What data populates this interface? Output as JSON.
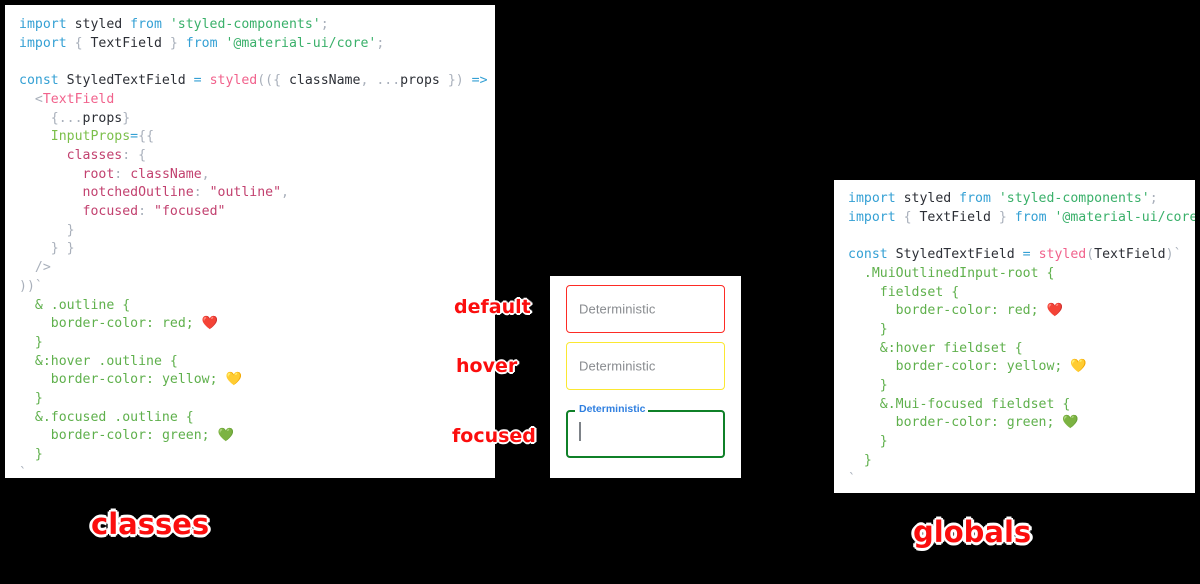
{
  "panels": {
    "left": {
      "caption": "classes",
      "code_lines": [
        [
          {
            "t": "import ",
            "c": "kw"
          },
          {
            "t": "styled",
            "c": "plain"
          },
          {
            "t": " from ",
            "c": "kw"
          },
          {
            "t": "'styled-components'",
            "c": "str"
          },
          {
            "t": ";",
            "c": "punct"
          }
        ],
        [
          {
            "t": "import ",
            "c": "kw"
          },
          {
            "t": "{",
            "c": "punct"
          },
          {
            "t": " TextField ",
            "c": "plain"
          },
          {
            "t": "}",
            "c": "punct"
          },
          {
            "t": " from ",
            "c": "kw"
          },
          {
            "t": "'@material-ui/core'",
            "c": "str"
          },
          {
            "t": ";",
            "c": "punct"
          }
        ],
        [],
        [
          {
            "t": "const ",
            "c": "kw"
          },
          {
            "t": "StyledTextField",
            "c": "plain"
          },
          {
            "t": " = ",
            "c": "op"
          },
          {
            "t": "styled",
            "c": "fn"
          },
          {
            "t": "((",
            "c": "punct"
          },
          {
            "t": "{ ",
            "c": "punct"
          },
          {
            "t": "className",
            "c": "plain"
          },
          {
            "t": ", ",
            "c": "punct"
          },
          {
            "t": "...",
            "c": "punct"
          },
          {
            "t": "props",
            "c": "plain"
          },
          {
            "t": " }",
            "c": "punct"
          },
          {
            "t": ") ",
            "c": "punct"
          },
          {
            "t": "=> ",
            "c": "op"
          },
          {
            "t": "(",
            "c": "punct"
          }
        ],
        [
          {
            "t": "  <",
            "c": "punct"
          },
          {
            "t": "TextField",
            "c": "tag"
          }
        ],
        [
          {
            "t": "    {...",
            "c": "punct"
          },
          {
            "t": "props",
            "c": "plain"
          },
          {
            "t": "}",
            "c": "punct"
          }
        ],
        [
          {
            "t": "    ",
            "c": "punct"
          },
          {
            "t": "InputProps",
            "c": "attr"
          },
          {
            "t": "=",
            "c": "op"
          },
          {
            "t": "{{",
            "c": "punct"
          }
        ],
        [
          {
            "t": "      ",
            "c": "punct"
          },
          {
            "t": "classes",
            "c": "prop"
          },
          {
            "t": ": ",
            "c": "punct"
          },
          {
            "t": "{",
            "c": "punct"
          }
        ],
        [
          {
            "t": "        ",
            "c": "punct"
          },
          {
            "t": "root",
            "c": "prop"
          },
          {
            "t": ": ",
            "c": "punct"
          },
          {
            "t": "className",
            "c": "val"
          },
          {
            "t": ",",
            "c": "punct"
          }
        ],
        [
          {
            "t": "        ",
            "c": "punct"
          },
          {
            "t": "notchedOutline",
            "c": "prop"
          },
          {
            "t": ": ",
            "c": "punct"
          },
          {
            "t": "\"outline\"",
            "c": "val"
          },
          {
            "t": ",",
            "c": "punct"
          }
        ],
        [
          {
            "t": "        ",
            "c": "punct"
          },
          {
            "t": "focused",
            "c": "prop"
          },
          {
            "t": ": ",
            "c": "punct"
          },
          {
            "t": "\"focused\"",
            "c": "val"
          }
        ],
        [
          {
            "t": "      }",
            "c": "punct"
          }
        ],
        [
          {
            "t": "    } }",
            "c": "punct"
          }
        ],
        [
          {
            "t": "  />",
            "c": "punct"
          }
        ],
        [
          {
            "t": "))",
            "c": "punct"
          },
          {
            "t": "`",
            "c": "tick"
          }
        ],
        [
          {
            "t": "  & .outline {",
            "c": "sel"
          }
        ],
        [
          {
            "t": "    border-color",
            "c": "sel"
          },
          {
            "t": ": ",
            "c": "sel"
          },
          {
            "t": "red; ",
            "c": "sel"
          },
          {
            "t": "❤️",
            "c": "emoji"
          }
        ],
        [
          {
            "t": "  }",
            "c": "sel"
          }
        ],
        [
          {
            "t": "  &:hover .outline {",
            "c": "sel"
          }
        ],
        [
          {
            "t": "    border-color",
            "c": "sel"
          },
          {
            "t": ": ",
            "c": "sel"
          },
          {
            "t": "yellow; ",
            "c": "sel"
          },
          {
            "t": "💛",
            "c": "emoji"
          }
        ],
        [
          {
            "t": "  }",
            "c": "sel"
          }
        ],
        [
          {
            "t": "  &.focused .outline {",
            "c": "sel"
          }
        ],
        [
          {
            "t": "    border-color",
            "c": "sel"
          },
          {
            "t": ": ",
            "c": "sel"
          },
          {
            "t": "green; ",
            "c": "sel"
          },
          {
            "t": "💚",
            "c": "emoji"
          }
        ],
        [
          {
            "t": "  }",
            "c": "sel"
          }
        ],
        [
          {
            "t": "`",
            "c": "tick"
          }
        ],
        [
          {
            "t": ";",
            "c": "punct"
          }
        ]
      ]
    },
    "right": {
      "caption": "globals",
      "code_lines": [
        [
          {
            "t": "import ",
            "c": "kw"
          },
          {
            "t": "styled",
            "c": "plain"
          },
          {
            "t": " from ",
            "c": "kw"
          },
          {
            "t": "'styled-components'",
            "c": "str"
          },
          {
            "t": ";",
            "c": "punct"
          }
        ],
        [
          {
            "t": "import ",
            "c": "kw"
          },
          {
            "t": "{",
            "c": "punct"
          },
          {
            "t": " TextField ",
            "c": "plain"
          },
          {
            "t": "}",
            "c": "punct"
          },
          {
            "t": " from ",
            "c": "kw"
          },
          {
            "t": "'@material-ui/core'",
            "c": "str"
          },
          {
            "t": ";",
            "c": "punct"
          }
        ],
        [],
        [
          {
            "t": "const ",
            "c": "kw"
          },
          {
            "t": "StyledTextField",
            "c": "plain"
          },
          {
            "t": " = ",
            "c": "op"
          },
          {
            "t": "styled",
            "c": "fn"
          },
          {
            "t": "(",
            "c": "punct"
          },
          {
            "t": "TextField",
            "c": "plain"
          },
          {
            "t": ")",
            "c": "punct"
          },
          {
            "t": "`",
            "c": "tick"
          }
        ],
        [
          {
            "t": "  .MuiOutlinedInput-root {",
            "c": "sel"
          }
        ],
        [
          {
            "t": "    fieldset {",
            "c": "sel"
          }
        ],
        [
          {
            "t": "      border-color: red; ",
            "c": "sel"
          },
          {
            "t": "❤️",
            "c": "emoji"
          }
        ],
        [
          {
            "t": "    }",
            "c": "sel"
          }
        ],
        [
          {
            "t": "    &:hover fieldset {",
            "c": "sel"
          }
        ],
        [
          {
            "t": "      border-color: yellow; ",
            "c": "sel"
          },
          {
            "t": "💛",
            "c": "emoji"
          }
        ],
        [
          {
            "t": "    }",
            "c": "sel"
          }
        ],
        [
          {
            "t": "    &.Mui-focused fieldset {",
            "c": "sel"
          }
        ],
        [
          {
            "t": "      border-color: green; ",
            "c": "sel"
          },
          {
            "t": "💚",
            "c": "emoji"
          }
        ],
        [
          {
            "t": "    }",
            "c": "sel"
          }
        ],
        [
          {
            "t": "  }",
            "c": "sel"
          }
        ],
        [
          {
            "t": "`",
            "c": "tick"
          }
        ],
        [
          {
            "t": ";",
            "c": "punct"
          }
        ]
      ]
    }
  },
  "demo": {
    "fields": [
      {
        "state": "default",
        "annotation": "default",
        "value": "Deterministic",
        "border_color": "#fd2b25"
      },
      {
        "state": "hover",
        "annotation": "hover",
        "value": "Deterministic",
        "border_color": "#fbe832"
      },
      {
        "state": "focused",
        "annotation": "focused",
        "label": "Deterministic",
        "value": "",
        "border_color": "#0f8028",
        "label_color": "#2f7fe0"
      }
    ]
  },
  "colors": {
    "background": "#000000",
    "panel": "#ffffff",
    "annotation": "#fb0e0e",
    "red": "#fd2b25",
    "yellow": "#fbe832",
    "green": "#0f8028",
    "label_blue": "#2f7fe0"
  }
}
